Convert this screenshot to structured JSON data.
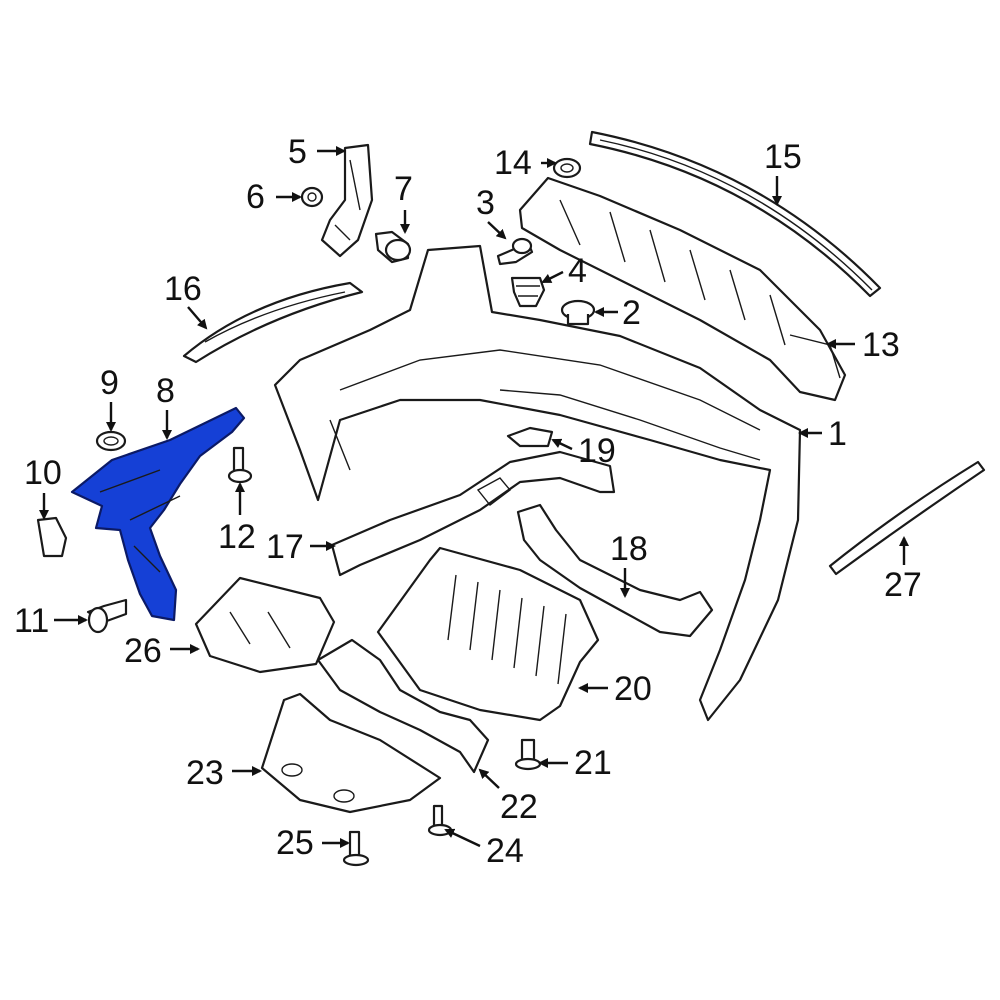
{
  "highlight_color": "#1540d6",
  "callouts": [
    "1",
    "2",
    "3",
    "4",
    "5",
    "6",
    "7",
    "8",
    "9",
    "10",
    "11",
    "12",
    "13",
    "14",
    "15",
    "16",
    "17",
    "18",
    "19",
    "20",
    "21",
    "22",
    "23",
    "24",
    "25",
    "26",
    "27"
  ]
}
